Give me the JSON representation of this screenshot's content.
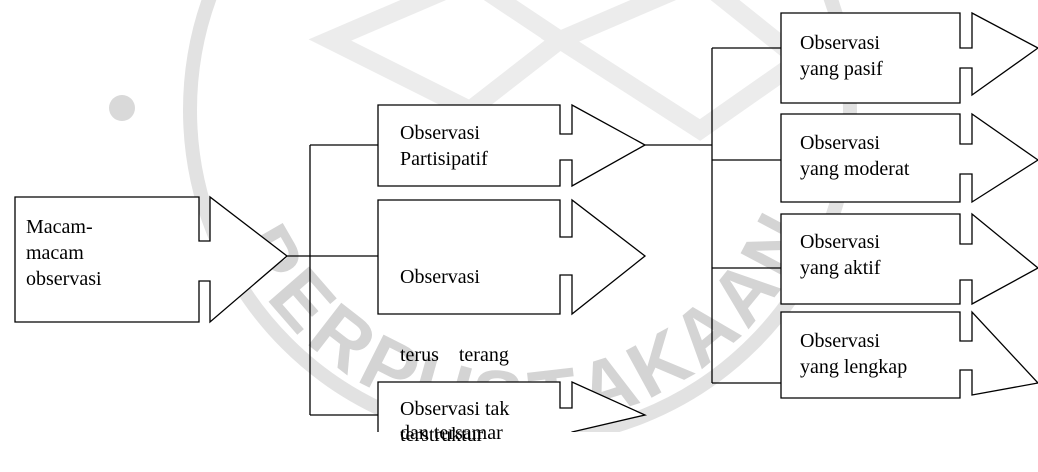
{
  "watermark": {
    "letters": [
      "P",
      "E",
      "R",
      "P",
      "U",
      "S",
      "T",
      "A",
      "K",
      "A",
      "A",
      "N"
    ],
    "color": "#d4d4d4"
  },
  "nodes": {
    "root": {
      "lines": [
        "Macam-",
        "macam",
        "observasi"
      ]
    },
    "partisipatif": {
      "lines": [
        "Observasi",
        "Partisipatif"
      ]
    },
    "terus_terang": {
      "lines": [
        "Observasi",
        "terus    terang",
        "dan tersamar"
      ]
    },
    "tak_terstruktur": {
      "lines": [
        "Observasi tak",
        "terstruktur"
      ]
    },
    "pasif": {
      "lines": [
        "Observasi",
        "yang pasif"
      ]
    },
    "moderat": {
      "lines": [
        "Observasi",
        "yang moderat"
      ]
    },
    "aktif": {
      "lines": [
        "Observasi",
        "yang aktif"
      ]
    },
    "lengkap": {
      "lines": [
        "Observasi",
        "yang lengkap"
      ]
    }
  }
}
